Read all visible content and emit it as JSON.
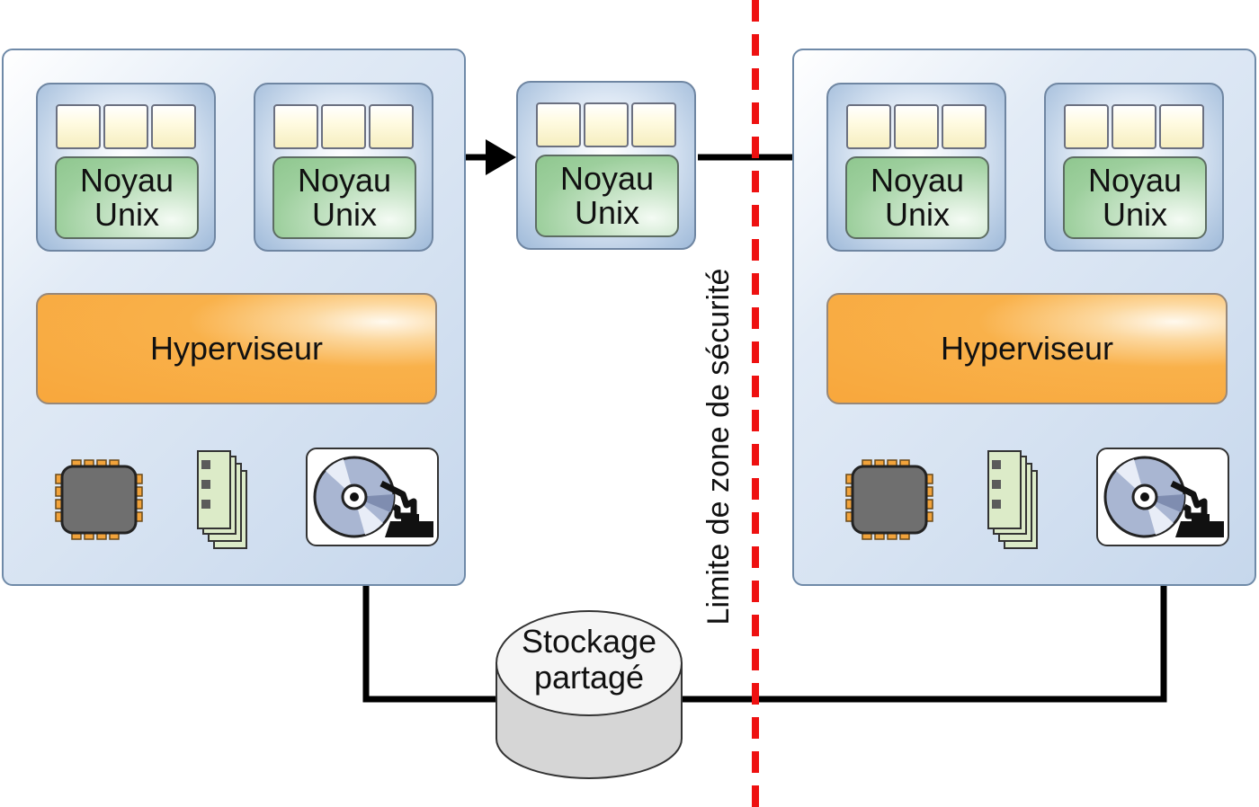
{
  "diagram": {
    "hosts": [
      {
        "id": "left",
        "vms": [
          {
            "kernel_label": "Noyau\nUnix"
          },
          {
            "kernel_label": "Noyau\nUnix"
          }
        ],
        "hypervisor_label": "Hyperviseur"
      },
      {
        "id": "right",
        "vms": [
          {
            "kernel_label": "Noyau\nUnix"
          },
          {
            "kernel_label": "Noyau\nUnix"
          }
        ],
        "hypervisor_label": "Hyperviseur"
      }
    ],
    "migrating_vm": {
      "kernel_label": "Noyau\nUnix"
    },
    "shared_storage": {
      "label": "Stockage\npartagé"
    },
    "security_boundary": {
      "label": "Limite de zone de sécurité",
      "color": "#ee1111"
    },
    "colors": {
      "kernel": "#9dcf9d",
      "hypervisor": "#f9b14a",
      "host_panel": "#c6d7ec",
      "app_slot": "#fffbe2"
    },
    "icons": [
      "cpu-chip-icon",
      "memory-modules-icon",
      "disk-drive-icon",
      "storage-cylinder-icon",
      "arrow-right-icon"
    ]
  }
}
